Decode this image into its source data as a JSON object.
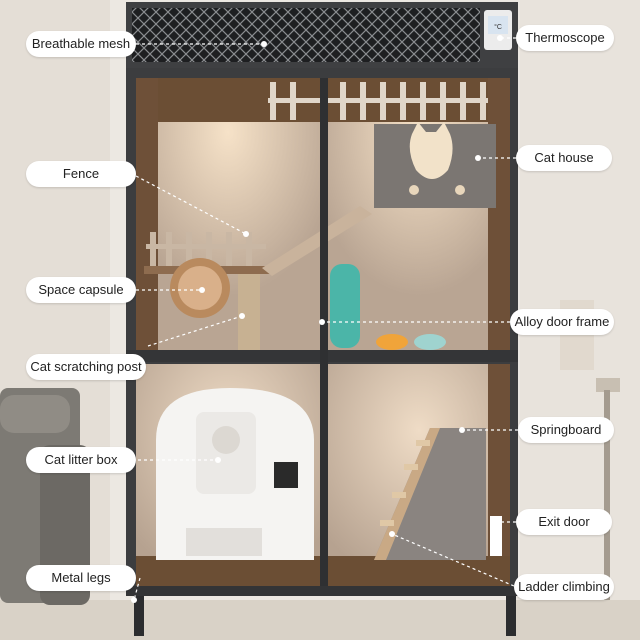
{
  "labels": {
    "breathable_mesh": "Breathable mesh",
    "thermoscope": "Thermoscope",
    "fence": "Fence",
    "cat_house": "Cat house",
    "space_capsule": "Space capsule",
    "alloy_door_frame": "Alloy door frame",
    "cat_scratching_post": "Cat scratching post",
    "springboard": "Springboard",
    "cat_litter_box": "Cat litter box",
    "exit_door": "Exit door",
    "metal_legs": "Metal legs",
    "ladder_climbing": "Ladder climbing"
  },
  "icons": {
    "thermometer": "thermometer-icon",
    "paw": "paw-print-icon",
    "cat_face": "cat-face-icon"
  },
  "colors": {
    "frame": "#3c3d3f",
    "wood": "#6b4e34",
    "interior_wall": "#cbb9a8",
    "label_bg": "#ffffff",
    "leader_line": "#ffffff"
  }
}
